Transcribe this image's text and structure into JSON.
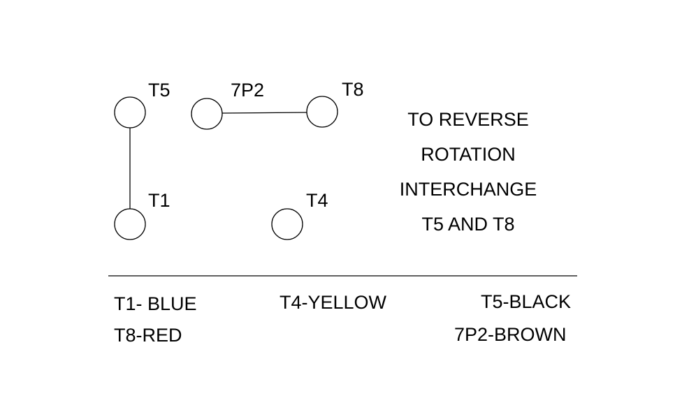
{
  "diagram": {
    "terminals": {
      "t5": {
        "label": "T5"
      },
      "p7p2": {
        "label": "7P2"
      },
      "t8": {
        "label": "T8"
      },
      "t1": {
        "label": "T1"
      },
      "t4": {
        "label": "T4"
      }
    },
    "connections": [
      "T5-T1",
      "7P2-T8"
    ],
    "note_lines": {
      "0": "TO REVERSE",
      "1": "ROTATION",
      "2": "INTERCHANGE",
      "3": "T5 AND T8"
    }
  },
  "legend": {
    "t1": "T1- BLUE",
    "t4": "T4-YELLOW",
    "t5": "T5-BLACK",
    "t8": "T8-RED",
    "p7p2": "7P2-BROWN"
  },
  "colors": {
    "stroke": "#000000",
    "background": "#ffffff"
  }
}
